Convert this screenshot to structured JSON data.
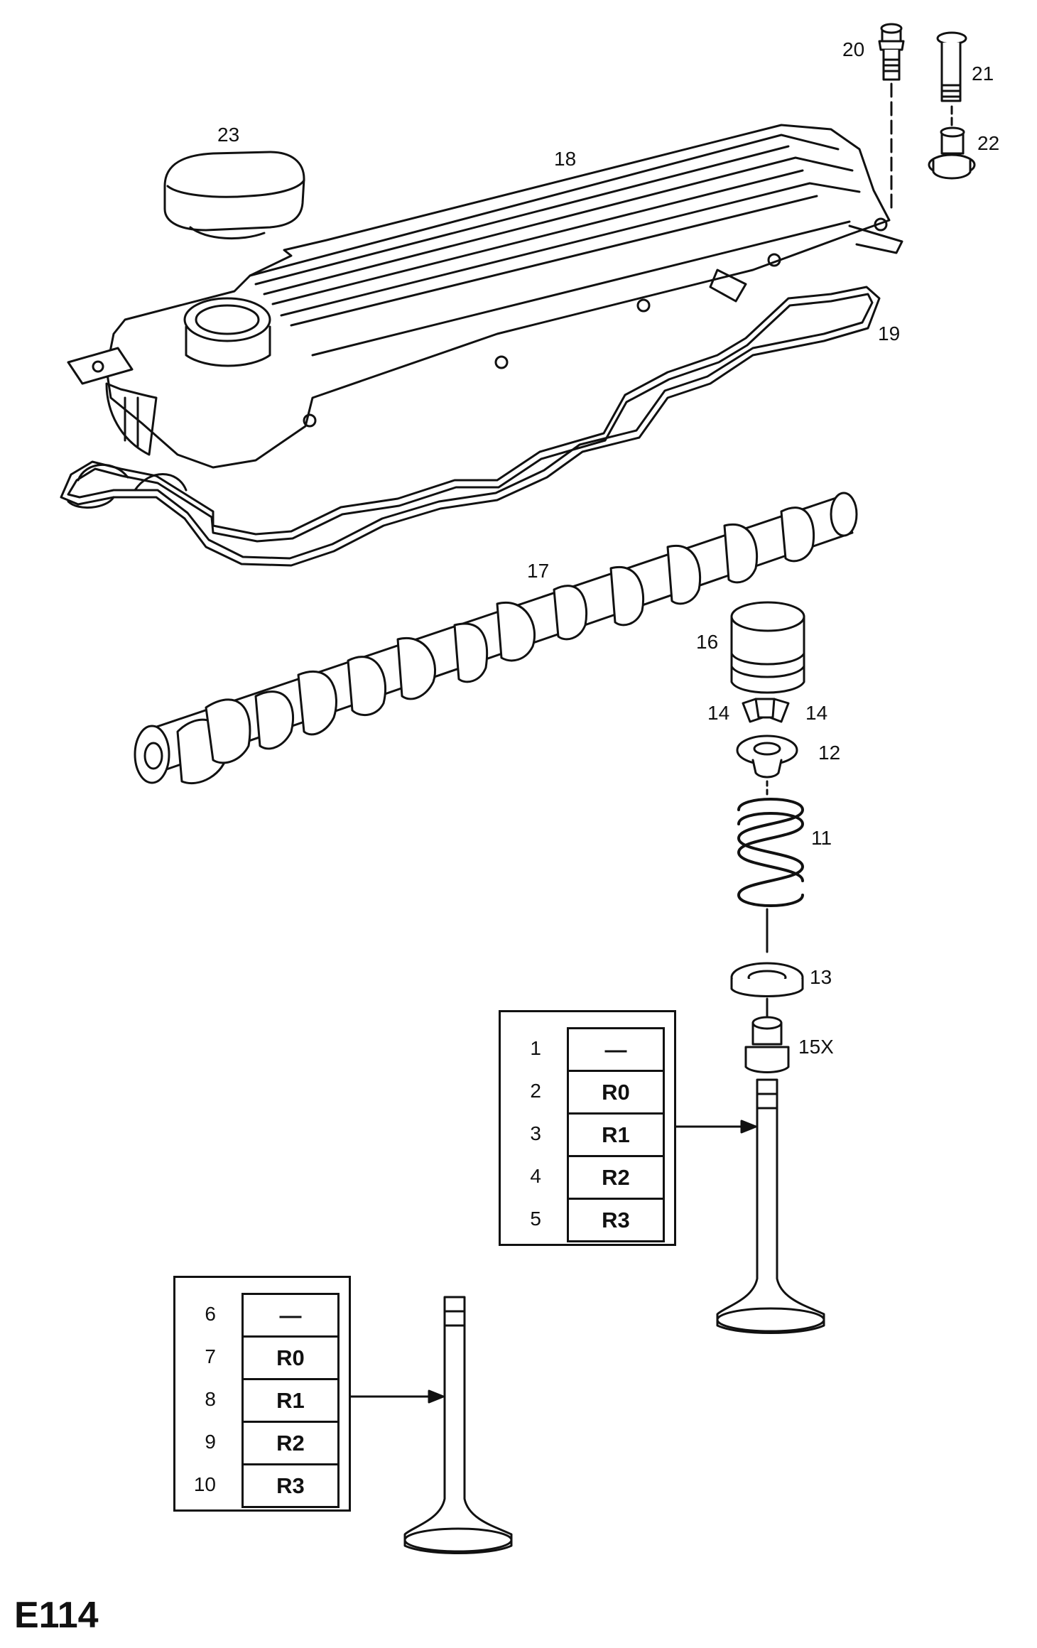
{
  "diagram": {
    "code": "E114",
    "callouts": {
      "p23": "23",
      "p18": "18",
      "p20": "20",
      "p21": "21",
      "p22": "22",
      "p19": "19",
      "p17": "17",
      "p16": "16",
      "p14a": "14",
      "p14b": "14",
      "p12": "12",
      "p11": "11",
      "p13": "13",
      "p15x": "15X"
    },
    "table_intake": {
      "rows": [
        {
          "num": "1",
          "value": "—"
        },
        {
          "num": "2",
          "value": "R0"
        },
        {
          "num": "3",
          "value": "R1"
        },
        {
          "num": "4",
          "value": "R2"
        },
        {
          "num": "5",
          "value": "R3"
        }
      ]
    },
    "table_exhaust": {
      "rows": [
        {
          "num": "6",
          "value": "—"
        },
        {
          "num": "7",
          "value": "R0"
        },
        {
          "num": "8",
          "value": "R1"
        },
        {
          "num": "9",
          "value": "R2"
        },
        {
          "num": "10",
          "value": "R3"
        }
      ]
    }
  }
}
